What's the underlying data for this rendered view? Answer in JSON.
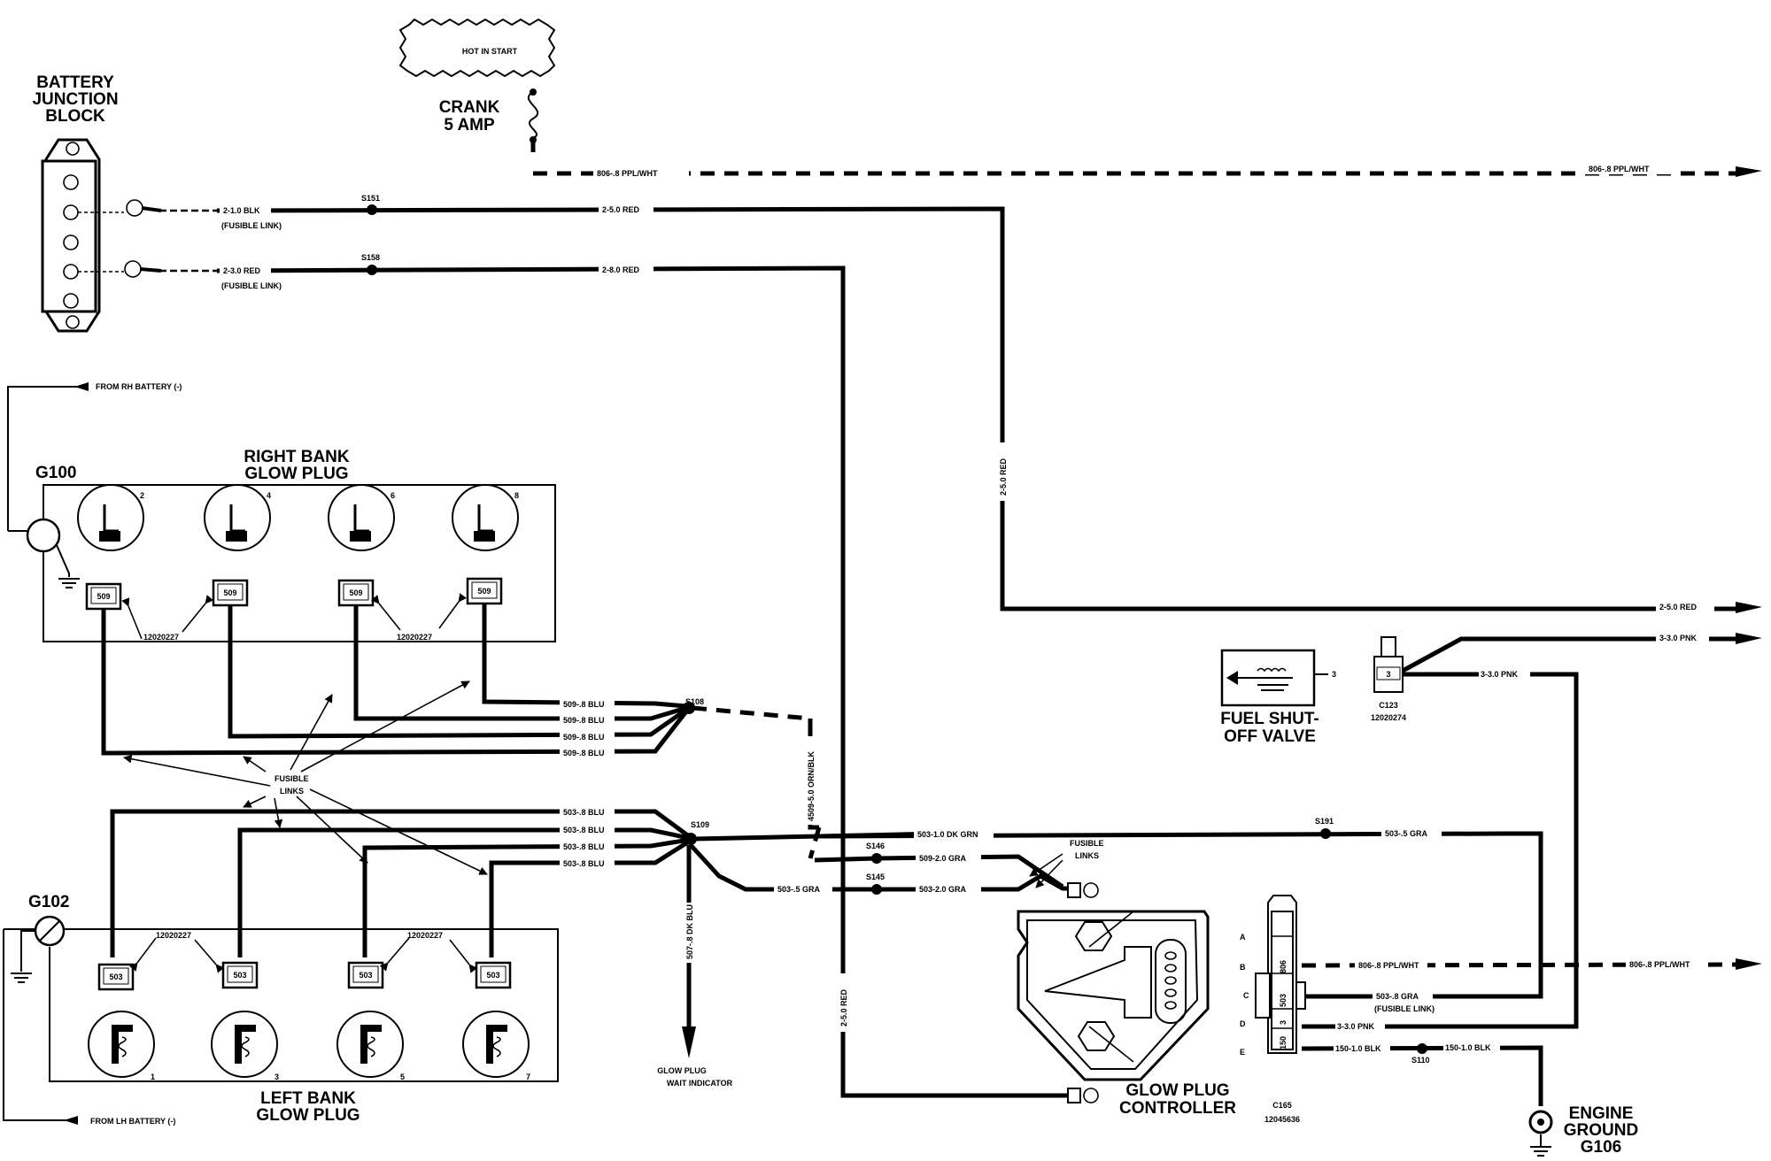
{
  "labels": {
    "hot_in_start": "HOT IN START",
    "crank_line1": "CRANK",
    "crank_line2": "5 AMP",
    "bjb_line1": "BATTERY",
    "bjb_line2": "JUNCTION",
    "bjb_line3": "BLOCK",
    "right_bank_line1": "RIGHT BANK",
    "right_bank_line2": "GLOW PLUG",
    "left_bank_line1": "LEFT BANK",
    "left_bank_line2": "GLOW PLUG",
    "g100": "G100",
    "g102": "G102",
    "from_rh_battery": "FROM RH BATTERY (-)",
    "from_lh_battery": "FROM LH BATTERY (-)",
    "fusible_links_line1": "FUSIBLE",
    "fusible_links_line2": "LINKS",
    "fusible_links2_line1": "FUSIBLE",
    "fusible_links2_line2": "LINKS",
    "fuel_shutoff_line1": "FUEL SHUT-",
    "fuel_shutoff_line2": "OFF VALVE",
    "glow_ctrl_line1": "GLOW PLUG",
    "glow_ctrl_line2": "CONTROLLER",
    "engine_ground_line1": "ENGINE",
    "engine_ground_line2": "GROUND",
    "engine_ground_line3": "G106",
    "wait_indicator_line1": "GLOW PLUG",
    "wait_indicator_line2": "WAIT INDICATOR",
    "c123": "C123",
    "c123_part": "12020274",
    "c165": "C165",
    "c165_part": "12045636",
    "fsv_pin": "3",
    "c123_pin": "3",
    "fusible_link_a": "(FUSIBLE LINK)",
    "fusible_link_b": "(FUSIBLE LINK)",
    "fusible_link_c": "(FUSIBLE LINK)"
  },
  "wires": {
    "w806_top_left": "806-.8 PPL/WHT",
    "w806_top_right": "806-.8 PPL/WHT",
    "w2_blk": "2-1.0 BLK",
    "w2_red_a": "2-5.0 RED",
    "w2_red3": "2-3.0 RED",
    "w2_red_b": "2-8.0 RED",
    "w2_red_vert": "2-5.0 RED",
    "w2_red_right": "2-5.0 RED",
    "w3_pnk_right": "3-3.0 PNK",
    "w3_pnk_mid": "3-3.0 PNK",
    "w3_pnk_c165": "3-3.0 PNK",
    "w509_1": "509-.8 BLU",
    "w509_2": "509-.8 BLU",
    "w509_3": "509-.8 BLU",
    "w509_4": "509-.8 BLU",
    "w503_1": "503-.8 BLU",
    "w503_2": "503-.8 BLU",
    "w503_3": "503-.8 BLU",
    "w503_4": "503-.8 BLU",
    "w4509": "4509-5.0 ORN/BLK",
    "w503_dkgrn": "503-1.0 DK GRN",
    "w503_gra_right": "503-.5 GRA",
    "w509_gra": "509-2.0 GRA",
    "w503_gra_left": "503-.5 GRA",
    "w503_gra2": "503-2.0 GRA",
    "w507": "507-.8 DK BLU",
    "w2_red_ctrl": "2-5.0 RED",
    "w806_c165": "806-.8 PPL/WHT",
    "w806_far_right": "806-.8 PPL/WHT",
    "w503_gra_c165": "503-.8 GRA",
    "w150_a": "150-1.0 BLK",
    "w150_b": "150-1.0 BLK"
  },
  "splices": {
    "s151": "S151",
    "s158": "S158",
    "s108": "S108",
    "s109": "S109",
    "s146": "S146",
    "s145": "S145",
    "s191": "S191",
    "s110": "S110"
  },
  "parts": {
    "rb_part_a": "12020227",
    "rb_part_b": "12020227",
    "lb_part_a": "12020227",
    "lb_part_b": "12020227"
  },
  "right_bank_plugs": [
    "2",
    "4",
    "6",
    "8"
  ],
  "right_bank_connectors": [
    "509",
    "509",
    "509",
    "509"
  ],
  "left_bank_plugs": [
    "1",
    "3",
    "5",
    "7"
  ],
  "left_bank_connectors": [
    "503",
    "503",
    "503",
    "503"
  ],
  "c165_pins": [
    "A",
    "B",
    "C",
    "D",
    "E"
  ],
  "c165_cavity_labels": [
    "806",
    "503",
    "3",
    "150"
  ]
}
